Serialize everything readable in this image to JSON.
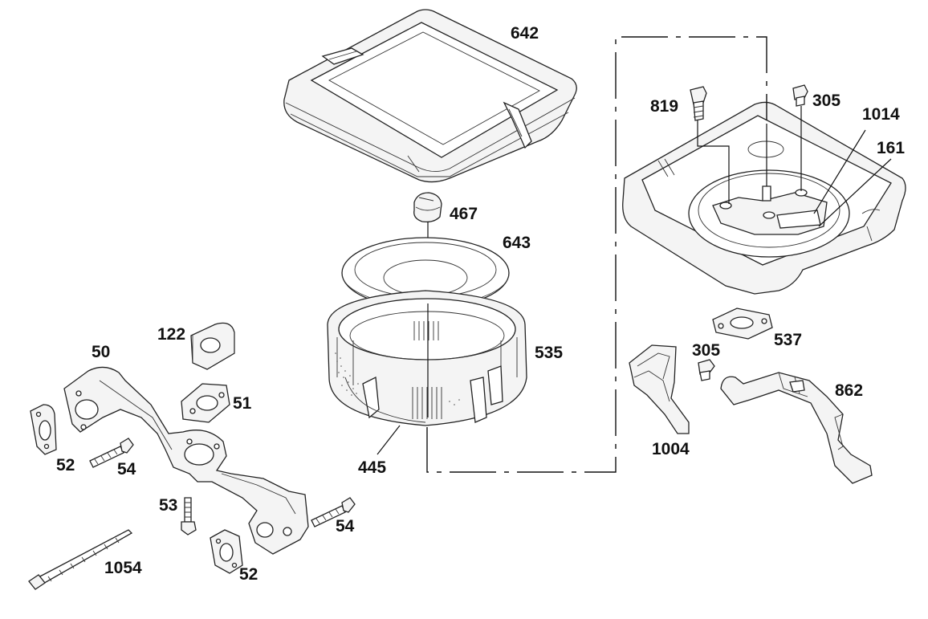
{
  "diagram": {
    "callouts": {
      "c642": "642",
      "c467": "467",
      "c643": "643",
      "c535": "535",
      "c445": "445",
      "c819": "819",
      "c305a": "305",
      "c1014": "1014",
      "c161": "161",
      "c537": "537",
      "c305b": "305",
      "c862": "862",
      "c1004": "1004",
      "c122": "122",
      "c50": "50",
      "c51": "51",
      "c52a": "52",
      "c54a": "54",
      "c53": "53",
      "c54b": "54",
      "c52b": "52",
      "c1054": "1054"
    }
  }
}
